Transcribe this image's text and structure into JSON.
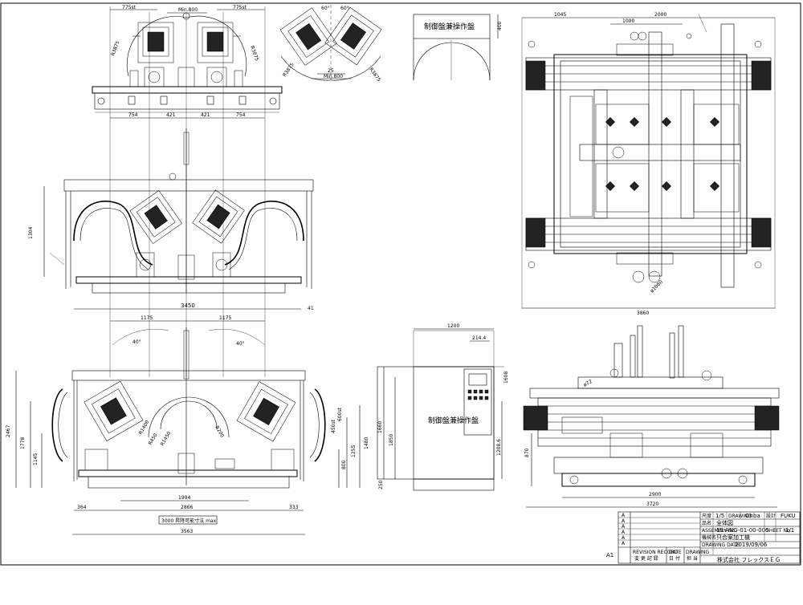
{
  "sheet": {
    "size_label": "A1"
  },
  "dims": {
    "tl_775_left": "775st",
    "tl_min800": "Min.800",
    "tl_775_right": "775st",
    "tl_r3875_left": "R3875",
    "tl_r3875_right": "R3875",
    "tm_60_left": "60°",
    "tm_60_right": "60°",
    "tm_r3875_left": "R3875",
    "tm_r3875_right": "R3875",
    "tm_25": "25",
    "tm_min800": "Min.800",
    "w754_left": "754",
    "w421_left": "421",
    "w421_right": "421",
    "w754_right": "754",
    "h1304": "1304",
    "w3450": "3450",
    "w41": "41",
    "w1175_left": "1175",
    "w1175_right": "1175",
    "a40_left": "40°",
    "a40_right": "40°",
    "h2467": "2467",
    "h1778": "1778",
    "h1145": "1145",
    "h450st": "450st",
    "h600st": "600st",
    "h1255": "1255",
    "h1480": "1480",
    "h800": "800",
    "w1994": "1994",
    "w364": "364",
    "w2866": "2866",
    "w333": "333",
    "w3000_note": "3000 昇降可能寸法 max",
    "w3563": "3563",
    "r450": "R450",
    "r1400": "R1400",
    "r1450": "R1450",
    "r200": "R200",
    "tr_1045": "1045",
    "tr_2000": "2000",
    "tr_1000": "1000",
    "tr_3860": "3860",
    "tr_phi": "ø1080",
    "cp_400": "400",
    "cp_1200": "1200",
    "cp_214": "214.4",
    "cp_1608": "1608",
    "cp_1660": "1660",
    "cp_1850": "1850",
    "cp_1208": "1208.6",
    "cp_250": "250",
    "br_2900": "2900",
    "br_3720": "3720",
    "br_870": "870",
    "br_phi": "ø72"
  },
  "labels": {
    "control_panel_top": "制御盤兼操作盤",
    "control_panel_front": "制御盤兼操作盤"
  },
  "title_block": {
    "scale_label": "尺度",
    "scale_value": "1/5",
    "drawn_label": "DRAWING",
    "drawn_by": "Ohba",
    "checked_label": "設計",
    "checked_by": "FUKU",
    "name_label": "品名",
    "name_value": "全体図",
    "assembly_label": "ASSEMBLY No.",
    "assembly_value": "19-ANG-01-00-000",
    "sheet_label": "SHEET No.",
    "sheet_value": "1/1",
    "machine_label": "機械名",
    "machine_value": "只合案加工機",
    "date_label": "DRAWING DATE",
    "date_value": "2019/09/06",
    "company": "株式会社 フレックスＥＧ",
    "rev_record": "REVISION RECORD",
    "rev_record_jp": "変 更 記 録",
    "rev_date": "DATE",
    "rev_date_jp": "日 付",
    "rev_drawn": "DRAWING",
    "rev_drawn_jp": "担 当",
    "rev_marks": [
      "A",
      "A",
      "A",
      "A",
      "A",
      "A"
    ]
  }
}
